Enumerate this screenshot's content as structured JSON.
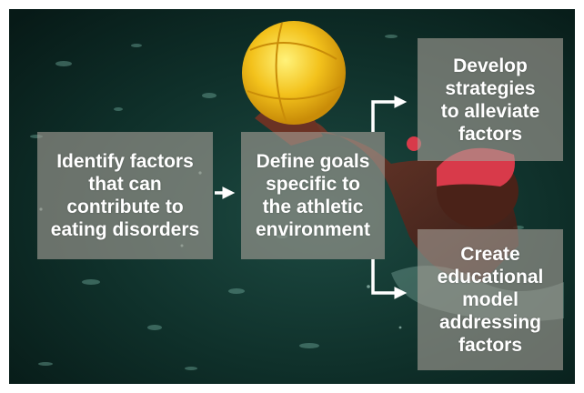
{
  "diagram": {
    "nodes": [
      {
        "id": "identify",
        "lines": [
          "Identify factors",
          "that can",
          "contribute to",
          "eating disorders"
        ]
      },
      {
        "id": "define",
        "lines": [
          "Define goals",
          "specific to",
          "the athletic",
          "environment"
        ]
      },
      {
        "id": "develop",
        "lines": [
          "Develop",
          "strategies",
          "to alleviate",
          "factors"
        ]
      },
      {
        "id": "create",
        "lines": [
          "Create",
          "educational",
          "model",
          "addressing",
          "factors"
        ]
      }
    ],
    "edges": [
      {
        "from": "identify",
        "to": "define"
      },
      {
        "from": "define",
        "to": "develop"
      },
      {
        "from": "define",
        "to": "create"
      }
    ]
  },
  "colors": {
    "box_fill": "#a59e96",
    "text": "#ffffff",
    "arrow": "#ffffff",
    "water": "#0c2a25",
    "ball": "#f0c020",
    "cap": "#d83a4a"
  },
  "background": {
    "subject": "water polo player holding a yellow ball in dark water"
  }
}
